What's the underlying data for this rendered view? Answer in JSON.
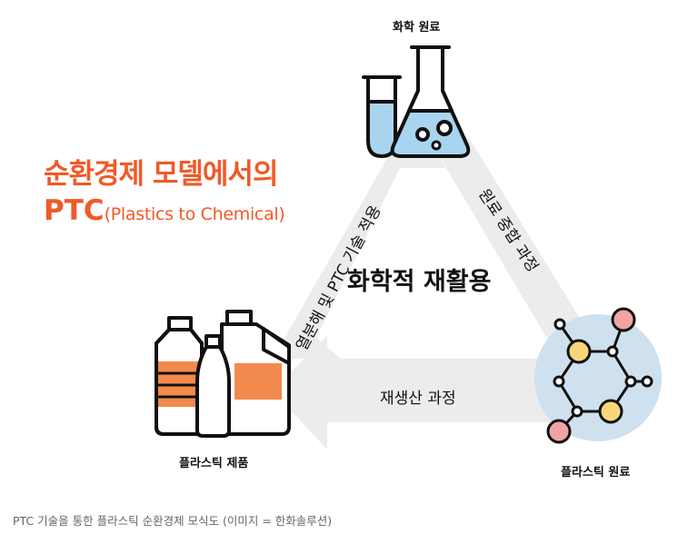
{
  "title": {
    "line1": "순환경제 모델에서의",
    "line2_main": "PTC",
    "line2_sub": "(Plastics to Chemical)"
  },
  "center_label": "화학적 재활용",
  "nodes": {
    "chemical_raw": "화학 원료",
    "plastic_product": "플라스틱 제품",
    "plastic_raw": "플라스틱 원료"
  },
  "arrows": {
    "left": "열분해 및 PTC 기술 적용",
    "right": "원료 중합 과정",
    "bottom": "재생산 과정"
  },
  "caption": "PTC 기술을 통한 플라스틱 순환경제 모식도 (이미지 = 한화솔루션)",
  "colors": {
    "title": "#f05a28",
    "arrow_fill": "#ececec",
    "flask_blue": "#a9d4f0",
    "bottle_orange": "#f28a4d",
    "molecule_bg": "#cfe0ef",
    "molecule_red": "#f3a3a3",
    "molecule_yellow": "#f7d77a"
  }
}
